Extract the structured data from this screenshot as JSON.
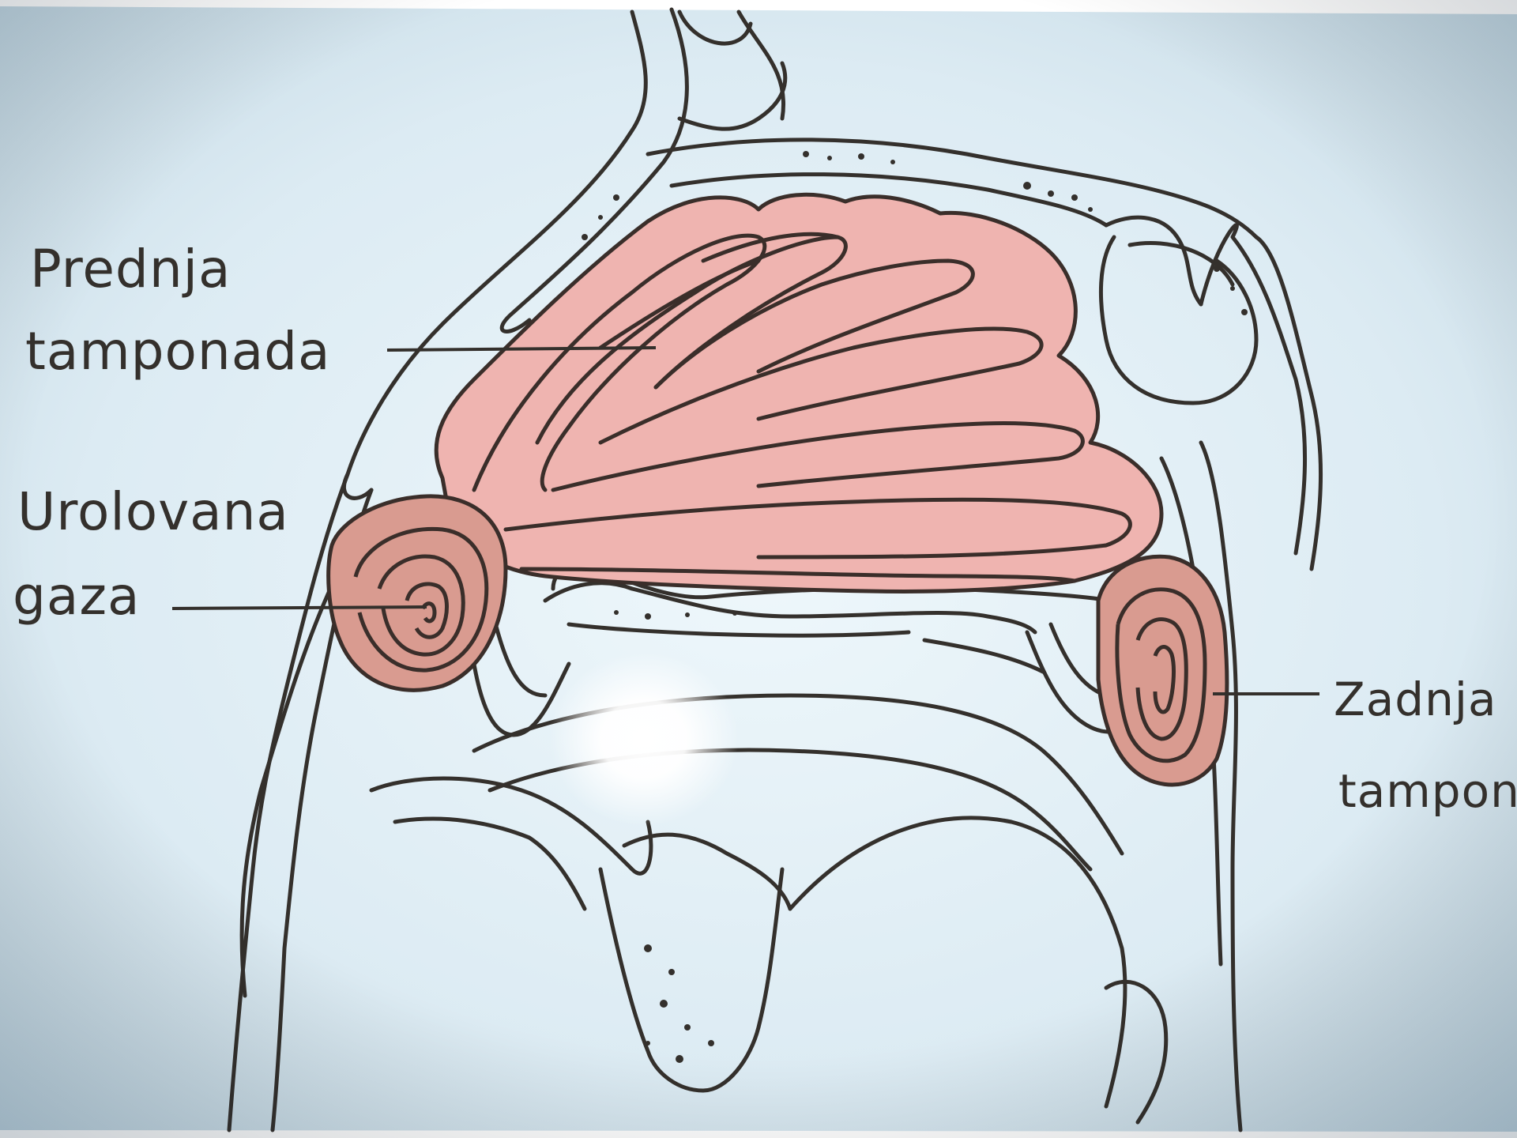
{
  "labels": {
    "anterior_line1": "Prednja",
    "anterior_line2": "tamponada",
    "rolled_line1": "Urolovana",
    "rolled_line2": "gaza",
    "posterior_line1": "Zadnja",
    "posterior_line2": "tampon"
  },
  "colors": {
    "paper": "#dfeef5",
    "ink": "#34302c",
    "gauze_pink": "#efb4b0",
    "gauze_dark": "#d99b90",
    "glare": "#ffffff"
  }
}
